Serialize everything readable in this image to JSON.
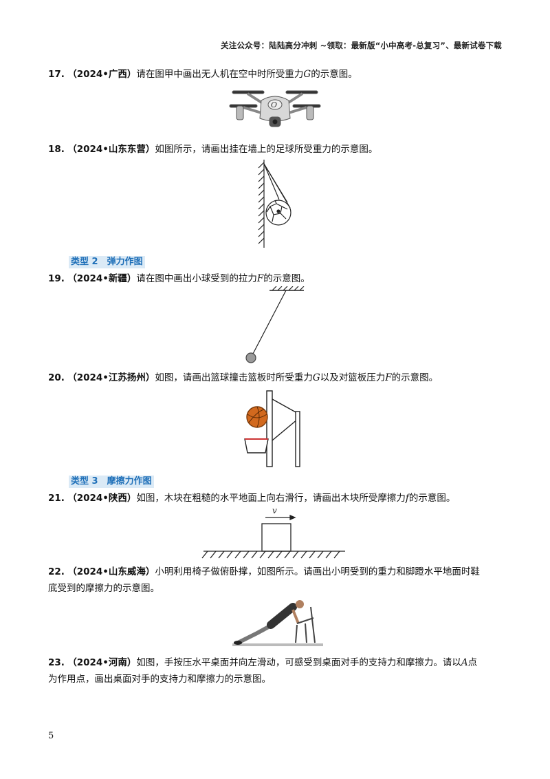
{
  "header": "关注公众号：陆陆高分冲刺 ~领取：最新版“小中高考-总复习”、最新试卷下载",
  "questions": [
    {
      "num": "17.",
      "src": "（2024•广西）",
      "t1": "请在图甲中画出无人机在空中时所受重力",
      "v1": "G",
      "t2": "的示意图。"
    },
    {
      "num": "18.",
      "src": "（2024•山东东营）",
      "t1": "如图所示，请画出挂在墙上的足球所受重力的示意图。"
    },
    {
      "num": "19.",
      "src": "（2024•新疆）",
      "t1": "请在图中画出小球受到的拉力",
      "v1": "F",
      "t2": "的示意图。"
    },
    {
      "num": "20.",
      "src": "（2024•江苏扬州）",
      "t1": "如图，请画出篮球撞击篮板时所受重力",
      "v1": "G",
      "t2": "以及对篮板压力",
      "v2": "F",
      "t3": "的示意图。"
    },
    {
      "num": "21.",
      "src": "（2024•陕西）",
      "t1": "如图，木块在粗糙的水平地面上向右滑行，请画出木块所受摩擦力",
      "v1": "f",
      "t2": "的示意图。"
    },
    {
      "num": "22.",
      "src": "（2024•山东威海）",
      "t1": "小明利用椅子做俯卧撑，如图所示。请画出小明受到的重力和脚蹬水平地面时鞋",
      "line2": "底受到的摩擦力的示意图。"
    },
    {
      "num": "23.",
      "src": "（2024•河南）",
      "t1": "如图，手按压水平桌面并向左滑动，可感受到桌面对手的支持力和摩擦力。请以",
      "v1": "A",
      "t2": "点",
      "line2": "为作用点，画出桌面对手的支持力和摩擦力的示意图。"
    }
  ],
  "types": [
    {
      "label": "类型 2　弹力作图"
    },
    {
      "label": "类型 3　摩擦力作图"
    }
  ],
  "fig21_label": "v",
  "page_number": "5"
}
